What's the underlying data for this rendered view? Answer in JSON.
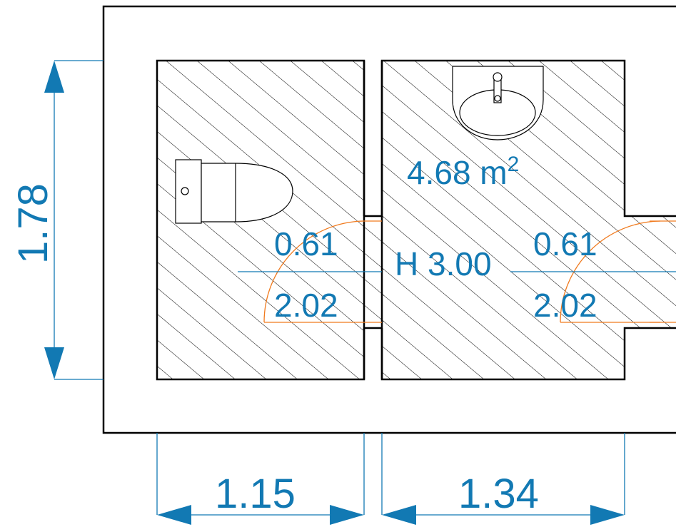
{
  "plan": {
    "area_value": "4.68 m",
    "area_exp": "2",
    "height_label": "H 3.00",
    "dimensions": {
      "left_height": "1.78",
      "bottom_left_width": "1.15",
      "bottom_right_width": "1.34"
    },
    "doors": [
      {
        "width": "0.61",
        "height": "2.02"
      },
      {
        "width": "0.61",
        "height": "2.02"
      }
    ],
    "fixtures": [
      "toilet-icon",
      "sink-icon"
    ],
    "colors": {
      "dimension": "#1279b3",
      "door_arc": "#f07a1e",
      "walls": "#000000"
    }
  }
}
